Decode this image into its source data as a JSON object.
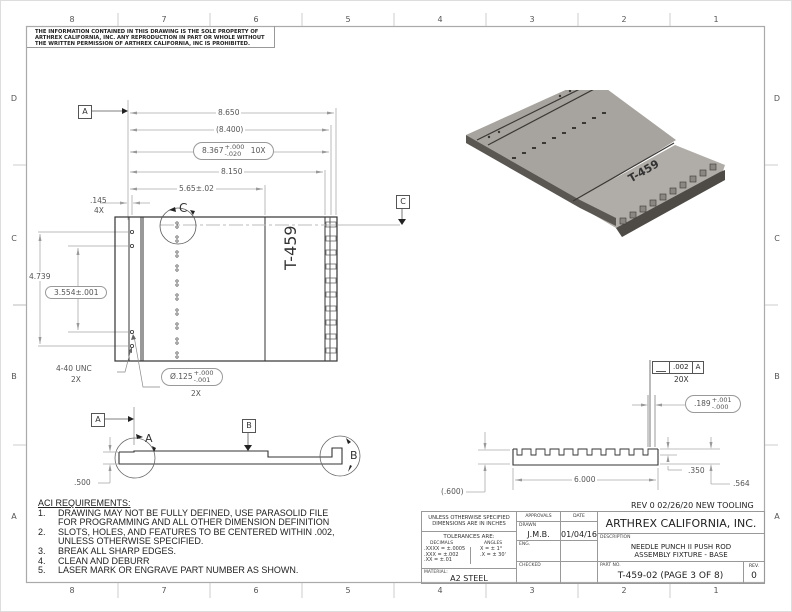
{
  "sheet": {
    "zones_top": [
      "8",
      "7",
      "6",
      "5",
      "4",
      "3",
      "2",
      "1"
    ],
    "zones_bottom": [
      "8",
      "7",
      "6",
      "5",
      "4",
      "3",
      "2",
      "1"
    ],
    "zones_side": [
      "D",
      "C",
      "B",
      "A"
    ]
  },
  "notice": {
    "line1": "THE INFORMATION CONTAINED IN THIS DRAWING IS THE SOLE PROPERTY OF",
    "line2": "ARTHREX CALIFORNIA, INC.  ANY REPRODUCTION IN PART OR WHOLE WITHOUT",
    "line3": "THE WRITTEN PERMISSION OF ARTHREX CALIFORNIA, INC IS PROHIBITED."
  },
  "top_view": {
    "datum_a": "A",
    "datum_c": "C",
    "detail_c": "C",
    "part_mark": "T-459",
    "dims": {
      "overall": "8.650",
      "ref": "(8.400)",
      "slots_base": "8.367",
      "slots_tol_plus": "+.000",
      "slots_tol_minus": "-.020",
      "slots_qty": "10X",
      "step": "8.150",
      "pocket": "5.65",
      "pocket_tol": "±.02",
      "edge": ".145",
      "edge_qty": "4X",
      "height": "4.739",
      "hole_spacing": "3.554",
      "hole_spacing_tol": "±.001",
      "tap": "4-40 UNC",
      "tap_qty": "2X",
      "pin_dia_symbol": "Ø",
      "pin_dia": ".125",
      "pin_tol_plus": "+.000",
      "pin_tol_minus": "-.001",
      "pin_qty": "2X"
    }
  },
  "side_view": {
    "datum_a": "A",
    "datum_b": "B",
    "detail_a": "A",
    "detail_b": "B",
    "thickness": ".500"
  },
  "end_view": {
    "fcf_symbol": "parallelism",
    "fcf_tol": ".002",
    "fcf_datum": "A",
    "fcf_qty": "20X",
    "slot_width": ".189",
    "slot_tol_plus": "+.001",
    "slot_tol_minus": "-.000",
    "width": "6.000",
    "height_ref": "(.600)",
    "slot_depth": ".350",
    "overall_height": ".564"
  },
  "requirements": {
    "title": "ACI REQUIREMENTS:",
    "items": [
      {
        "n": "1.",
        "text": "DRAWING MAY NOT BE FULLY DEFINED, USE PARASOLID FILE",
        "text2": "FOR PROGRAMMING AND ALL OTHER DIMENSION DEFINITION"
      },
      {
        "n": "2.",
        "text": "SLOTS, HOLES, AND FEATURES TO BE CENTERED WITHIN .002,",
        "text2": "UNLESS OTHERWISE SPECIFIED."
      },
      {
        "n": "3.",
        "text": "BREAK ALL SHARP EDGES."
      },
      {
        "n": "4.",
        "text": "CLEAN AND DEBURR"
      },
      {
        "n": "5.",
        "text": "LASER MARK OR ENGRAVE PART NUMBER AS SHOWN."
      }
    ]
  },
  "title_block": {
    "revision_note": "REV 0  02/26/20 NEW TOOLING",
    "unless_line1": "UNLESS OTHERWISE SPECIFIED",
    "unless_line2": "DIMENSIONS ARE IN INCHES",
    "tolerances_title": "TOLERANCES ARE:",
    "decimals_label": "DECIMALS",
    "angles_label": "ANGLES",
    "dec1": ".XXXX = ±.0005",
    "dec2": ".XXX  = ±.002",
    "dec3": ".XX   = ±.01",
    "ang1": "X = ± 1°",
    "ang2": ".X = ± 30'",
    "material_label": "MATERIAL:",
    "material": "A2 STEEL",
    "approvals_label": "APPROVALS",
    "date_label": "DATE",
    "drawn_label": "DRAWN",
    "drawn_by": "J.M.B.",
    "drawn_date": "01/04/16",
    "eng_label": "ENG.",
    "checked_label": "CHECKED",
    "company": "ARTHREX CALIFORNIA, INC.",
    "description_label": "DESCRIPTION",
    "description_line1": "NEEDLE PUNCH II PUSH ROD",
    "description_line2": "ASSEMBLY FIXTURE - BASE",
    "part_no_label": "PART NO.",
    "part_no": "T-459-02 (PAGE 3 OF 8)",
    "rev_label": "REV.",
    "rev": "0"
  }
}
